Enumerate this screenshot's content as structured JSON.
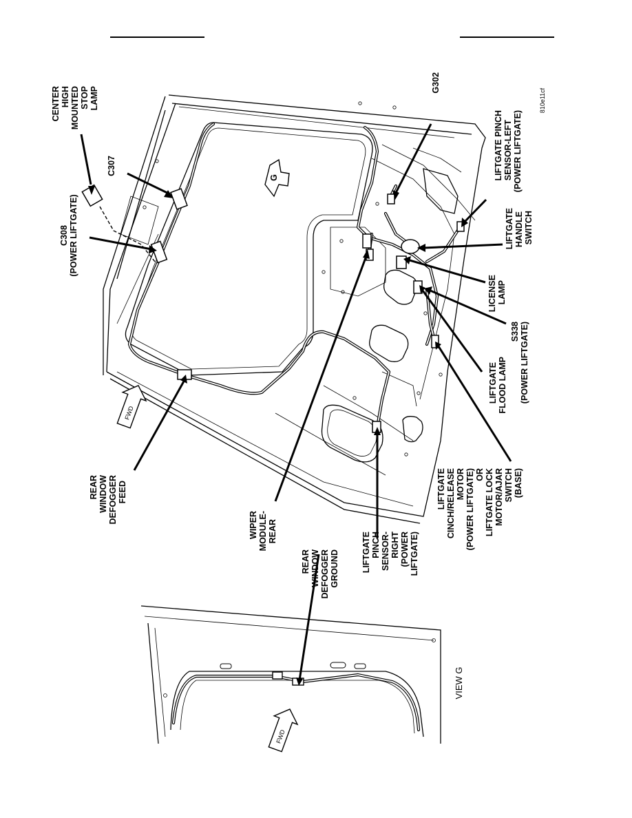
{
  "header": {
    "left_rule": "",
    "right_rule": ""
  },
  "figure_id": "810e11cf",
  "labels": {
    "center_high_mounted_stop_lamp": [
      "CENTER",
      "HIGH",
      "MOUNTED",
      "STOP",
      "LAMP"
    ],
    "c307": [
      "C307"
    ],
    "c308": [
      "C308",
      "(POWER LIFTGATE)"
    ],
    "g302": [
      "G302"
    ],
    "liftgate_pinch_sensor_left": [
      "LIFTGATE PINCH",
      "SENSOR-LEFT",
      "(POWER LIFTGATE)"
    ],
    "liftgate_handle_switch": [
      "LIFTGATE",
      "HANDLE",
      "SWITCH"
    ],
    "license_lamp": [
      "LICENSE",
      "LAMP"
    ],
    "s338": [
      "S338",
      "(POWER LIFTGATE)"
    ],
    "liftgate_flood_lamp": [
      "LIFTGATE",
      "FLOOD LAMP"
    ],
    "liftgate_cinch_release_motor": [
      "LIFTGATE",
      "CINCH/RELEASE",
      "MOTOR",
      "(POWER LIFTGATE)",
      "OR",
      "LIFTGATE LOCK",
      "MOTOR/AJAR",
      "SWITCH",
      "(BASE)"
    ],
    "liftgate_pinch_sensor_right": [
      "LIFTGATE",
      "PINCH",
      "SENSOR-",
      "RIGHT",
      "(POWER",
      "LIFTGATE)"
    ],
    "wiper_module_rear": [
      "WIPER",
      "MODULE-",
      "REAR"
    ],
    "rear_window_defogger_feed": [
      "REAR",
      "WINDOW",
      "DEFOGGER",
      "FEED"
    ],
    "rear_window_defogger_ground": [
      "REAR",
      "WINDOW",
      "DEFOGGER",
      "GROUND"
    ]
  },
  "view_label": "VIEW G",
  "view_marker": "G",
  "fwd_arrow_text": "FWD"
}
